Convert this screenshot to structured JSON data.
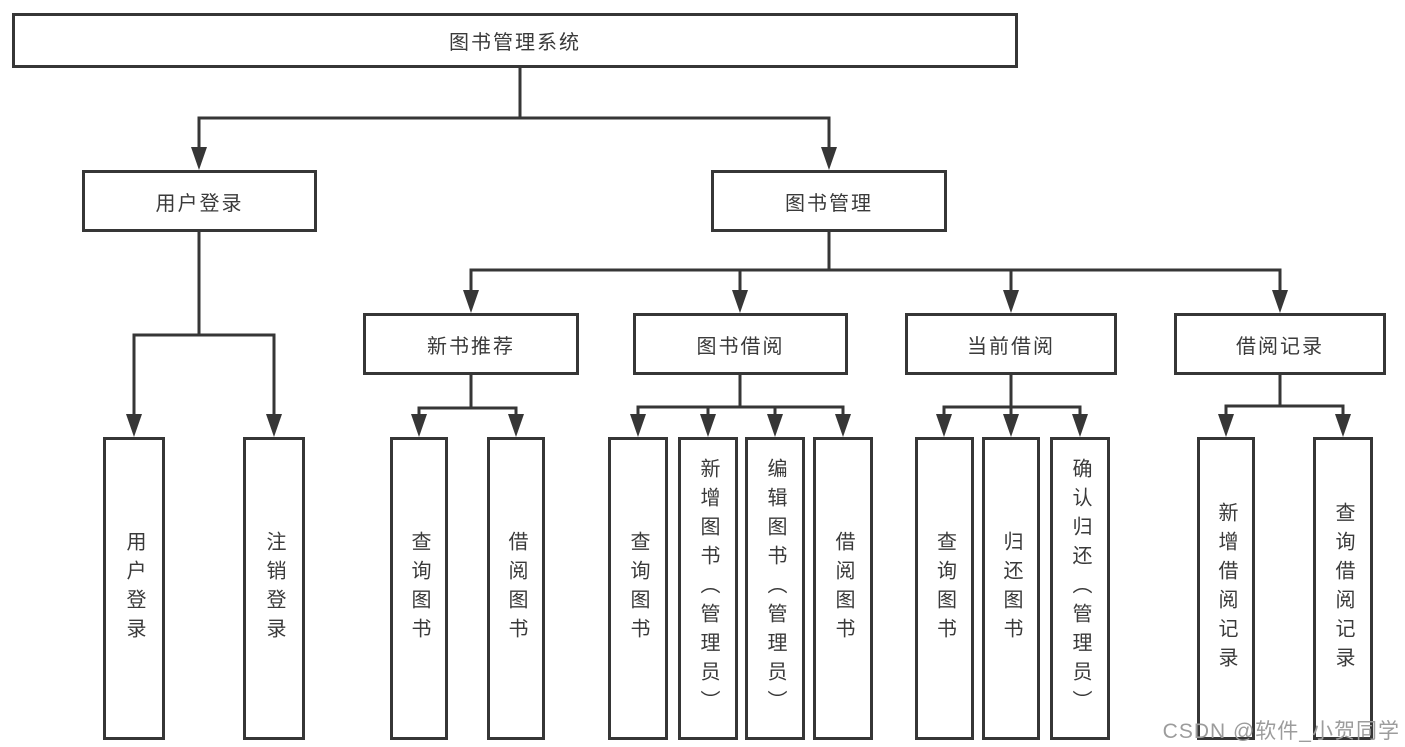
{
  "colors": {
    "line": "#363636",
    "text": "#3a3a3a",
    "box_background": "#ffffff",
    "watermark": "#9c9c9c"
  },
  "root": {
    "label": "图书管理系统"
  },
  "level2": {
    "user_login": {
      "label": "用户登录"
    },
    "book_mgmt": {
      "label": "图书管理"
    }
  },
  "level3": {
    "new_book_rec": {
      "label": "新书推荐"
    },
    "book_borrow": {
      "label": "图书借阅"
    },
    "current_borrow": {
      "label": "当前借阅"
    },
    "borrow_records": {
      "label": "借阅记录"
    }
  },
  "leaves": {
    "user_login": [
      "用户登录",
      "注销登录"
    ],
    "new_book_rec": [
      "查询图书",
      "借阅图书"
    ],
    "book_borrow": [
      "查询图书",
      "新增图书（管理员）",
      "编辑图书（管理员）",
      "借阅图书"
    ],
    "current_borrow": [
      "查询图书",
      "归还图书",
      "确认归还（管理员）"
    ],
    "borrow_records": [
      "新增借阅记录",
      "查询借阅记录"
    ]
  },
  "watermark": "CSDN @软件_小贺同学"
}
